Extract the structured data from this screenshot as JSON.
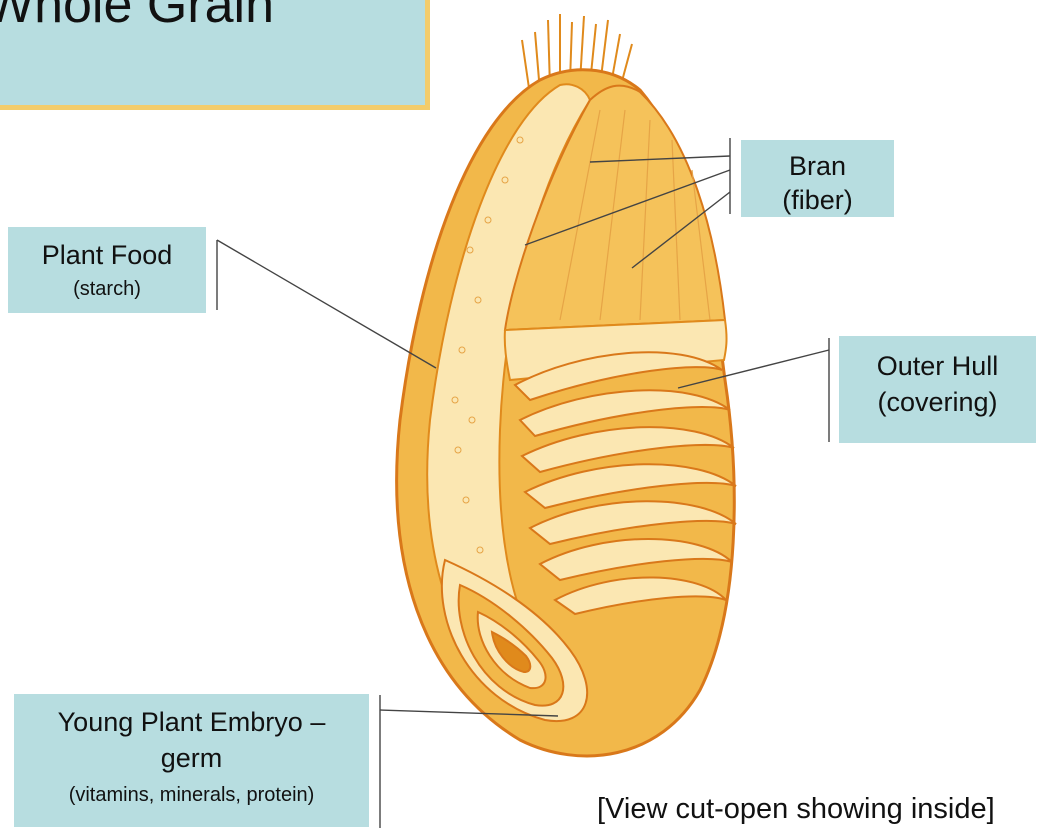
{
  "title": "Whole Grain",
  "labels": {
    "bran": {
      "main": "Bran",
      "sub": "(fiber)"
    },
    "plant_food": {
      "main": "Plant Food",
      "sub": "(starch)"
    },
    "outer_hull": {
      "main": "Outer Hull",
      "sub": "(covering)"
    },
    "embryo": {
      "main": "Young Plant Embryo –",
      "main2": "germ",
      "sub": "(vitamins, minerals, protein)"
    }
  },
  "caption": "[View cut-open showing inside]",
  "colors": {
    "label_bg": "#b7dde0",
    "title_border": "#f3cc6b",
    "grain_dark": "#e08a1c",
    "grain_mid": "#f2b84a",
    "grain_light": "#fbe7b2"
  }
}
